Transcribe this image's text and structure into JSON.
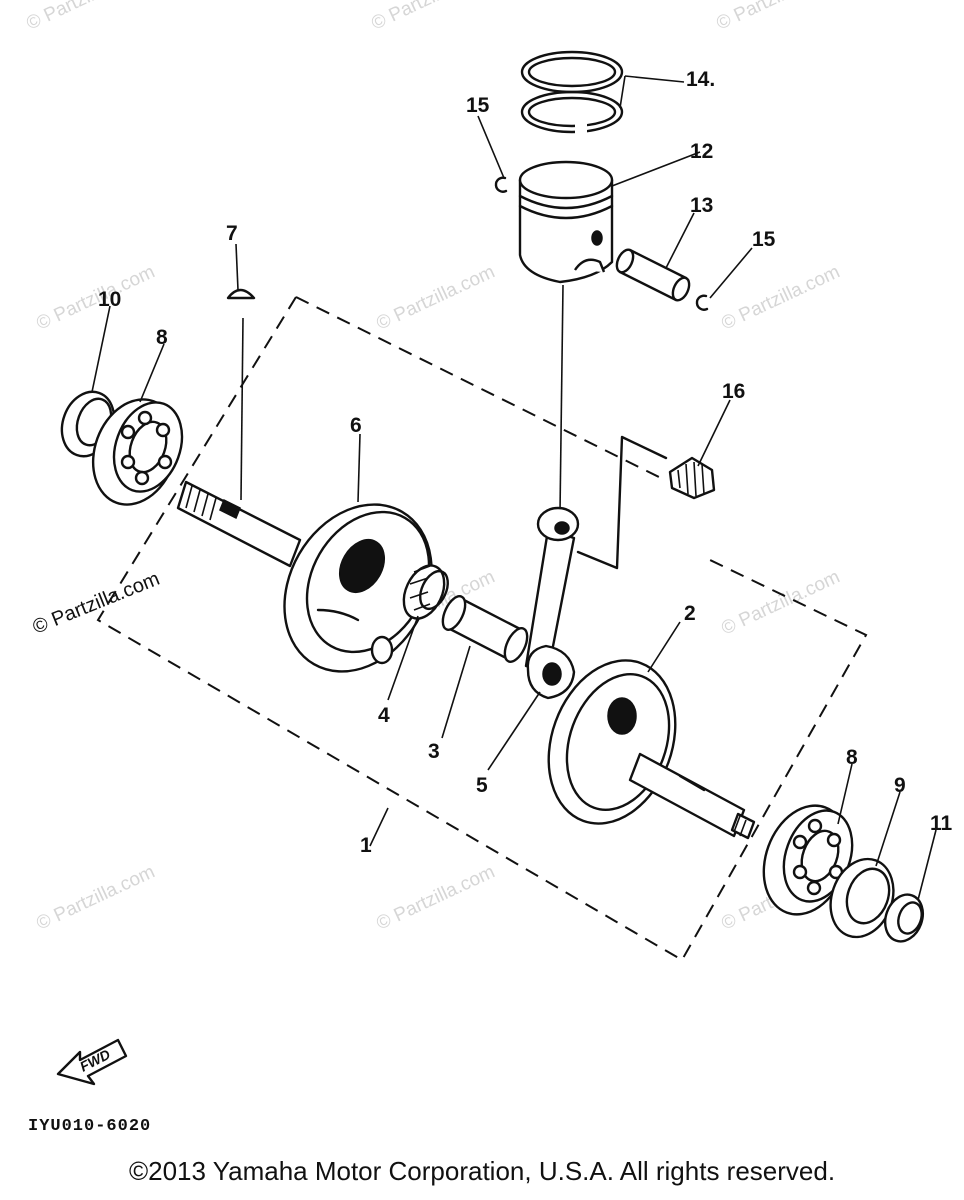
{
  "watermark": "© Partzilla.com",
  "callouts": [
    "1",
    "2",
    "3",
    "4",
    "5",
    "6",
    "7",
    "8",
    "8",
    "9",
    "10",
    "11",
    "12",
    "13",
    "14.",
    "15",
    "15",
    "16"
  ],
  "fwd_label": "FWD",
  "drawing_code": "IYU010-6020",
  "copyright": "©2013 Yamaha Motor Corporation, U.S.A. All rights reserved.",
  "colors": {
    "line": "#111111",
    "watermark": "#d6d6d6",
    "background": "#ffffff"
  }
}
